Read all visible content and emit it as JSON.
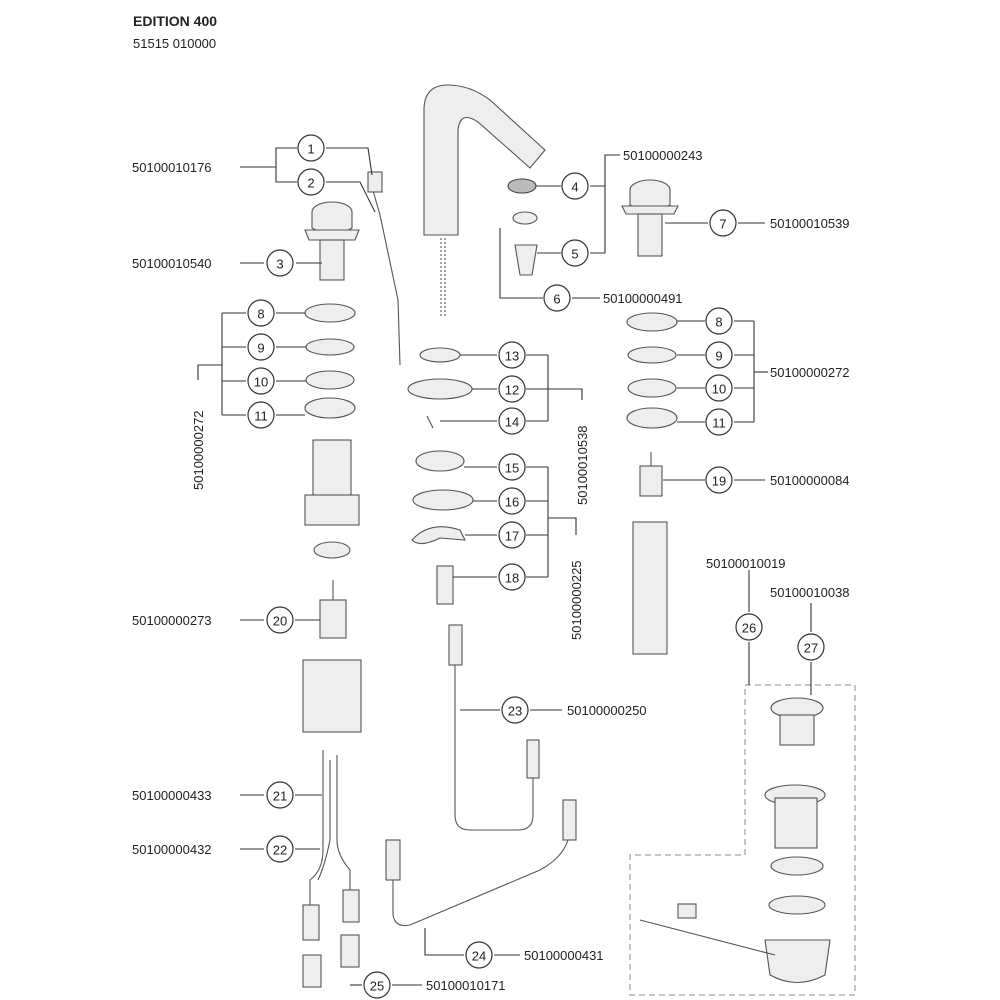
{
  "header": {
    "title": "EDITION 400",
    "subtitle": "51515 010000"
  },
  "codes": {
    "c50100010176": "50100010176",
    "c50100010540": "50100010540",
    "c50100000243": "50100000243",
    "c50100010539": "50100010539",
    "c50100000491": "50100000491",
    "c50100000272_left": "50100000272",
    "c50100000272_right": "50100000272",
    "c50100010538": "50100010538",
    "c50100000225": "50100000225",
    "c50100000084": "50100000084",
    "c50100000273": "50100000273",
    "c50100010019": "50100010019",
    "c50100010038": "50100010038",
    "c50100000250": "50100000250",
    "c50100000433": "50100000433",
    "c50100000432": "50100000432",
    "c50100000431": "50100000431",
    "c50100010171": "50100010171"
  },
  "callouts": {
    "n1": "1",
    "n2": "2",
    "n3": "3",
    "n4": "4",
    "n5": "5",
    "n6": "6",
    "n7": "7",
    "n8L": "8",
    "n9L": "9",
    "n10L": "10",
    "n11L": "11",
    "n8R": "8",
    "n9R": "9",
    "n10R": "10",
    "n11R": "11",
    "n12": "12",
    "n13": "13",
    "n14": "14",
    "n15": "15",
    "n16": "16",
    "n17": "17",
    "n18": "18",
    "n19": "19",
    "n20": "20",
    "n21": "21",
    "n22": "22",
    "n23": "23",
    "n24": "24",
    "n25": "25",
    "n26": "26",
    "n27": "27"
  }
}
